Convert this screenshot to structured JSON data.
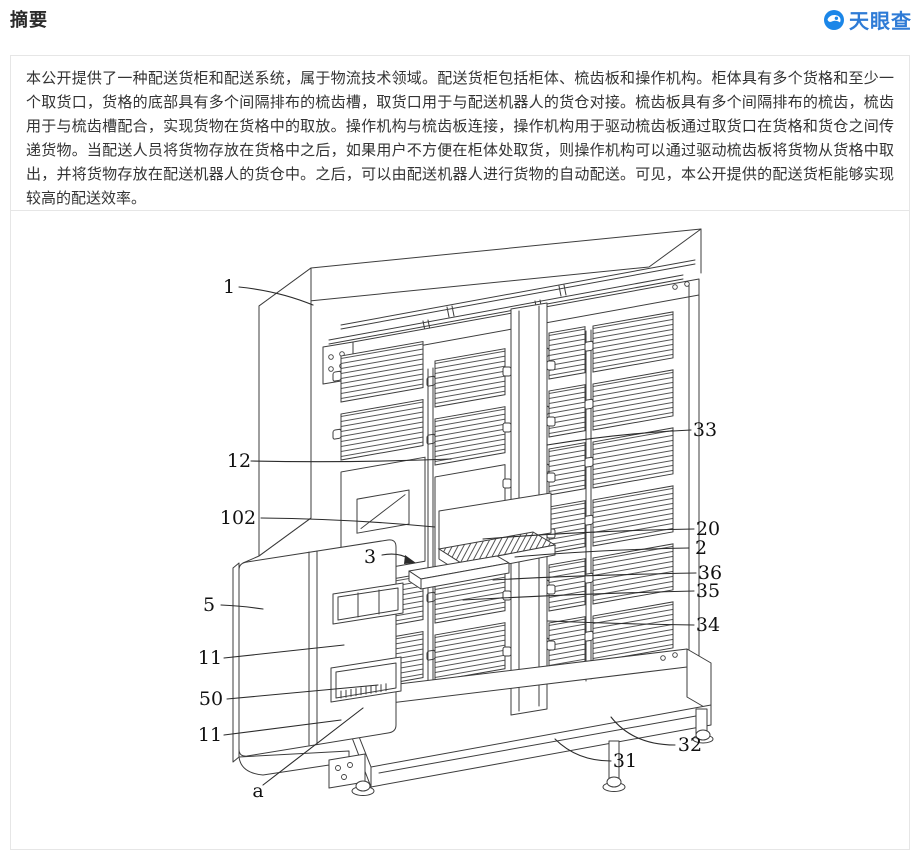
{
  "header": {
    "title": "摘要",
    "brand": {
      "name": "天眼查",
      "icon": "tianyancha-eye-icon"
    }
  },
  "abstract": {
    "text": "本公开提供了一种配送货柜和配送系统，属于物流技术领域。配送货柜包括柜体、梳齿板和操作机构。柜体具有多个货格和至少一个取货口，货格的底部具有多个间隔排布的梳齿槽，取货口用于与配送机器人的货仓对接。梳齿板具有多个间隔排布的梳齿，梳齿用于与梳齿槽配合，实现货物在货格中的取放。操作机构与梳齿板连接，操作机构用于驱动梳齿板通过取货口在货格和货仓之间传递货物。当配送人员将货物存放在货格中之后，如果用户不方便在柜体处取货，则操作机构可以通过驱动梳齿板将货物从货格中取出，并将货物存放在配送机器人的货仓中。之后，可以由配送机器人进行货物的自动配送。可见，本公开提供的配送货柜能够实现较高的配送效率。"
  },
  "figure": {
    "description": "patent-isometric-drawing-of-delivery-cabinet",
    "labels": [
      "1",
      "12",
      "102",
      "3",
      "5",
      "11",
      "50",
      "11",
      "a",
      "33",
      "20",
      "2",
      "36",
      "35",
      "34",
      "32",
      "31"
    ]
  },
  "colors": {
    "brand_blue": "#2e7bd6",
    "line_gray": "#3d3d3d",
    "border_gray": "#e6e6e6"
  }
}
